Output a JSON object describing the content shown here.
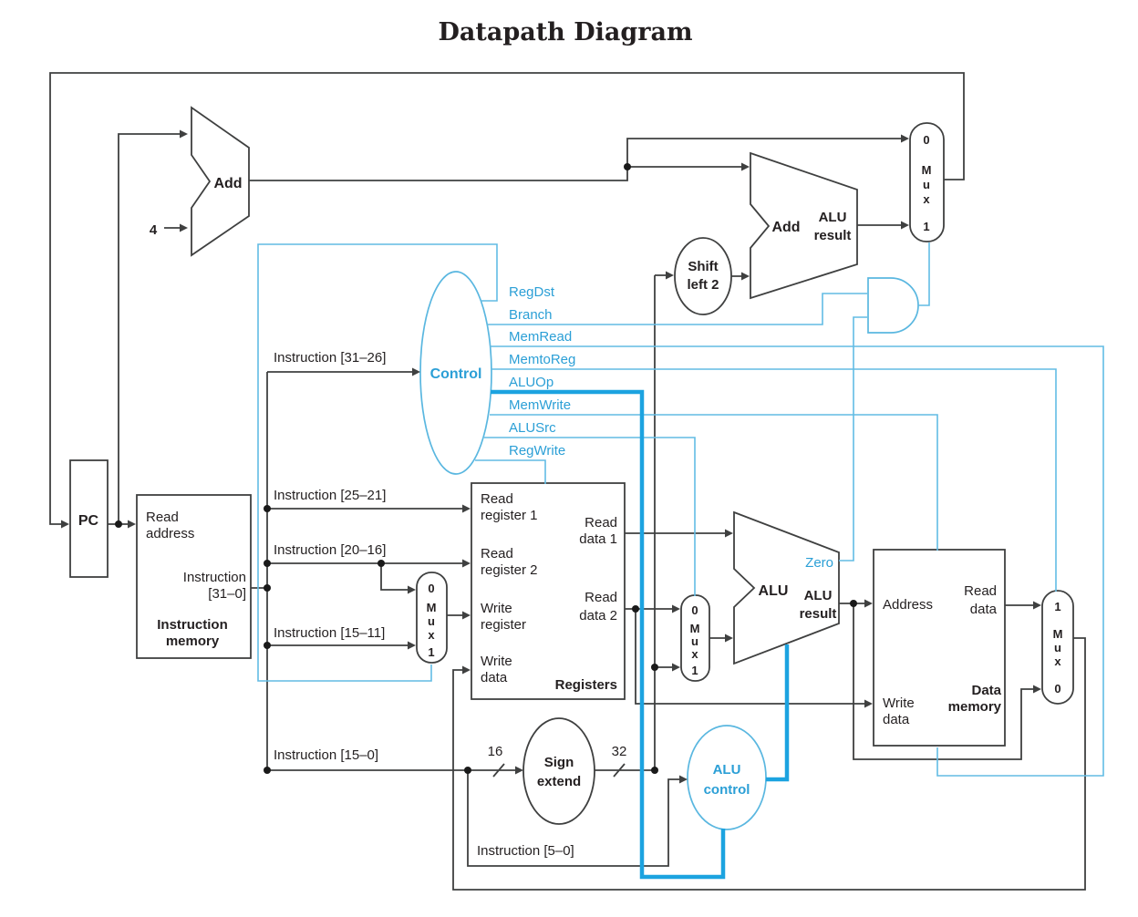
{
  "title": "Datapath Diagram",
  "colors": {
    "control_blue": "#2b9fd6",
    "wire_blue": "#62bce4",
    "thick_blue": "#1ca3e0",
    "wire_black": "#3f4040"
  },
  "pc": {
    "label": "PC"
  },
  "pc_adder": {
    "label": "Add",
    "increment": "4"
  },
  "branch_adder": {
    "label": "Add",
    "result": [
      "ALU",
      "result"
    ]
  },
  "shift_left_2": {
    "label": [
      "Shift",
      "left 2"
    ]
  },
  "control": {
    "label": "Control",
    "input": "Instruction [31–26]",
    "signals": [
      "RegDst",
      "Branch",
      "MemRead",
      "MemtoReg",
      "ALUOp",
      "MemWrite",
      "ALUSrc",
      "RegWrite"
    ]
  },
  "instruction_memory": {
    "read_address": [
      "Read",
      "address"
    ],
    "output": [
      "Instruction",
      "[31–0]"
    ],
    "title": [
      "Instruction",
      "memory"
    ]
  },
  "instruction_fields": {
    "f25_21": "Instruction [25–21]",
    "f20_16": "Instruction [20–16]",
    "f15_11": "Instruction [15–11]",
    "f15_0": "Instruction [15–0]",
    "f5_0": "Instruction [5–0]"
  },
  "registers": {
    "title": "Registers",
    "read_register_1": [
      "Read",
      "register 1"
    ],
    "read_register_2": [
      "Read",
      "register 2"
    ],
    "write_register": [
      "Write",
      "register"
    ],
    "write_data": [
      "Write",
      "data"
    ],
    "read_data_1": [
      "Read",
      "data 1"
    ],
    "read_data_2": [
      "Read",
      "data 2"
    ]
  },
  "muxes": {
    "pc_src": [
      "0",
      "M",
      "u",
      "x",
      "1"
    ],
    "reg_dst": [
      "0",
      "M",
      "u",
      "x",
      "1"
    ],
    "alu_src": [
      "0",
      "M",
      "u",
      "x",
      "1"
    ],
    "mem_to_reg": [
      "1",
      "M",
      "u",
      "x",
      "0"
    ]
  },
  "alu": {
    "label": "ALU",
    "zero": "Zero",
    "result": [
      "ALU",
      "result"
    ]
  },
  "sign_extend": {
    "label": [
      "Sign",
      "extend"
    ],
    "input_width": "16",
    "output_width": "32"
  },
  "alu_control": {
    "label": [
      "ALU",
      "control"
    ]
  },
  "data_memory": {
    "title": [
      "Data",
      "memory"
    ],
    "address": "Address",
    "read_data": [
      "Read",
      "data"
    ],
    "write_data": [
      "Write",
      "data"
    ]
  }
}
